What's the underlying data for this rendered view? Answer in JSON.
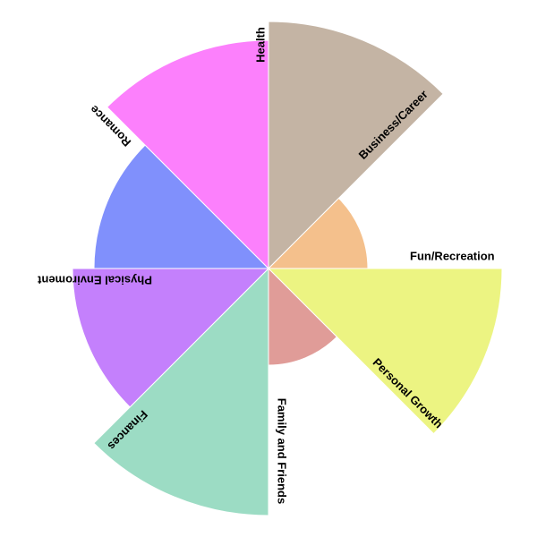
{
  "chart_data": {
    "type": "polar-area",
    "title": "",
    "rmax": 10,
    "segments": [
      {
        "name": "Business/Career",
        "value": 9.2,
        "color": "#c4b4a4"
      },
      {
        "name": "Fun/Recreation",
        "value": 3.7,
        "color": "#f4c08c"
      },
      {
        "name": "Personal Growth",
        "value": 8.7,
        "color": "#ecf482"
      },
      {
        "name": "Family and Friends",
        "value": 3.6,
        "color": "#e09c98"
      },
      {
        "name": "Finances",
        "value": 9.2,
        "color": "#9cdcc4"
      },
      {
        "name": "Physical Environment",
        "value": 7.3,
        "color": "#c480fc"
      },
      {
        "name": "Romance",
        "value": 6.5,
        "color": "#8090fc"
      },
      {
        "name": "Health",
        "value": 8.5,
        "color": "#fc80fc"
      }
    ],
    "labels": [
      "Business/Career",
      "Fun/Recreation",
      "Personal Growth",
      "Family and Friends",
      "Finances",
      "Physical Enviroment",
      "Romance",
      "Health"
    ]
  }
}
